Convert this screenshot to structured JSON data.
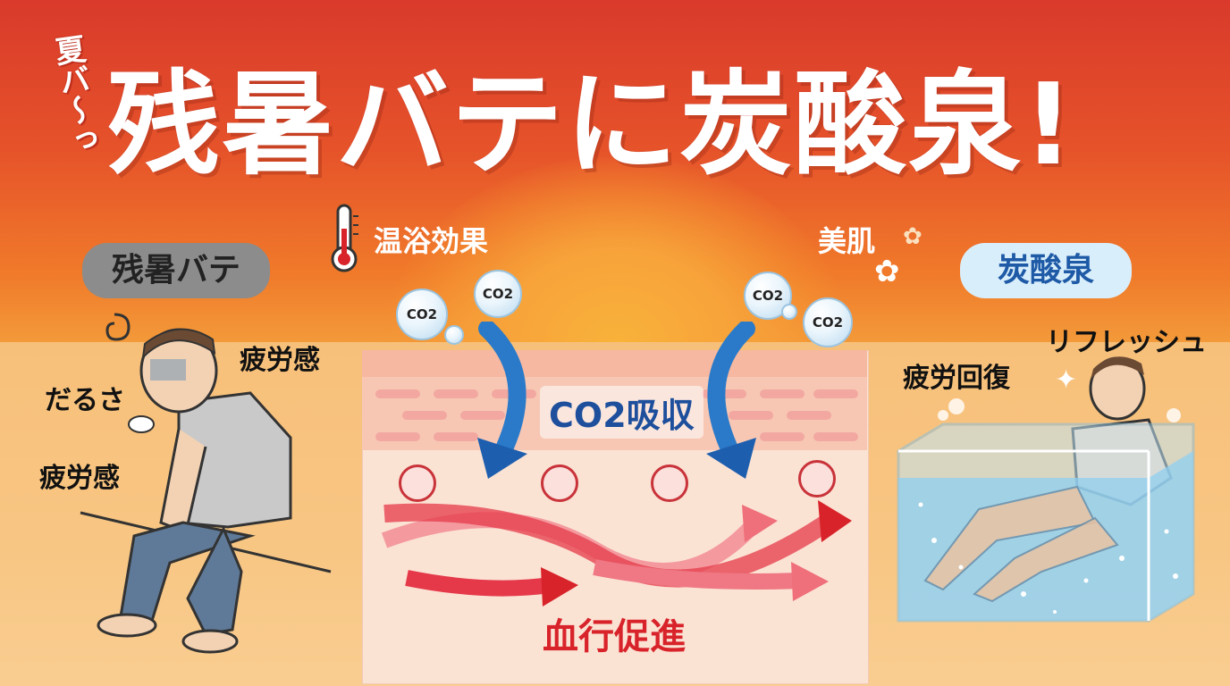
{
  "header": {
    "prefix": "夏バ〜っ",
    "title": "残暑バテに炭酸泉!"
  },
  "left_panel": {
    "badge": "残暑バテ",
    "symptoms": [
      "疲労感",
      "だるさ",
      "疲労感"
    ]
  },
  "center_panel": {
    "top_left_label": "温浴効果",
    "top_right_label": "美肌",
    "co2_bubbles": [
      "CO2",
      "CO2",
      "CO2",
      "CO2"
    ],
    "absorption_label": "CO2吸収",
    "blood_label": "血行促進"
  },
  "right_panel": {
    "badge": "炭酸泉",
    "effects": [
      "リフレッシュ",
      "疲労回復"
    ]
  },
  "colors": {
    "sky_top": "#d93a2b",
    "sun": "#f9b23a",
    "arrow_blue": "#1d6fbf",
    "blood_red": "#d8232a",
    "water_blue": "#8fcff0"
  }
}
